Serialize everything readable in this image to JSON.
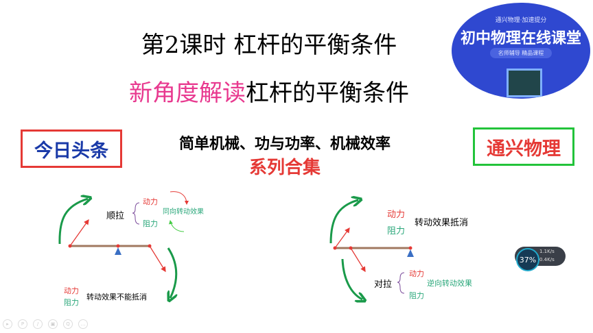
{
  "slide": {
    "title": "第2课时    杠杆的平衡条件",
    "subtitle_highlight": "新角度解读",
    "subtitle_rest": "杠杆的平衡条件",
    "left_badge": "今日头条",
    "series_line1": "简单机械、功与功率、机械效率",
    "series_line2": "系列合集",
    "right_badge": "通兴物理",
    "logo": {
      "top": "通兴物理·加速提分",
      "main": "初中物理在线课堂",
      "pill": "名师辅导 精品课程"
    },
    "diagram_left": {
      "label": "顺拉",
      "force1": "动力",
      "force2": "阻力",
      "effect": "同向转动效果",
      "bottom_force1": "动力",
      "bottom_force2": "阻力",
      "conclusion": "转动效果不能抵消"
    },
    "diagram_right": {
      "force1": "动力",
      "force2": "阻力",
      "conclusion": "转动效果抵消",
      "label": "对拉",
      "bottom_force1": "动力",
      "bottom_force2": "阻力",
      "effect": "逆向转动效果"
    }
  },
  "widget": {
    "percent": "37%",
    "up": "1.1K/s",
    "down": "0.4K/s"
  },
  "toolbar": {
    "icons": [
      "play-icon",
      "pen-icon",
      "edit-icon",
      "slides-icon",
      "zoom-icon",
      "more-icon"
    ]
  },
  "colors": {
    "red": "#e53935",
    "magenta": "#e8398f",
    "green": "#1a9a4a",
    "blue": "#1a3aa8",
    "teal": "#2aa77a"
  }
}
